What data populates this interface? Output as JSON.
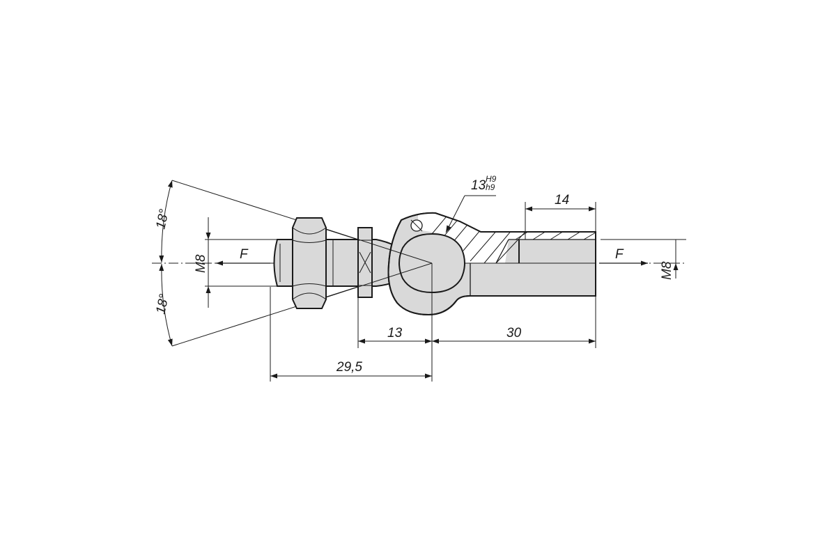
{
  "dimensions": {
    "angle_upper": "18°",
    "angle_lower": "18°",
    "thread_left": "M8",
    "thread_right": "M8",
    "bore_nominal": "13",
    "bore_fit_hole": "H9",
    "bore_fit_shaft": "h9",
    "thread_depth": "14",
    "ball_offset": "13",
    "socket_length": "30",
    "stud_length": "29,5"
  },
  "forces": {
    "left": "F",
    "right": "F"
  },
  "colors": {
    "part_fill": "#d9d9d9",
    "line": "#1a1a1a"
  }
}
